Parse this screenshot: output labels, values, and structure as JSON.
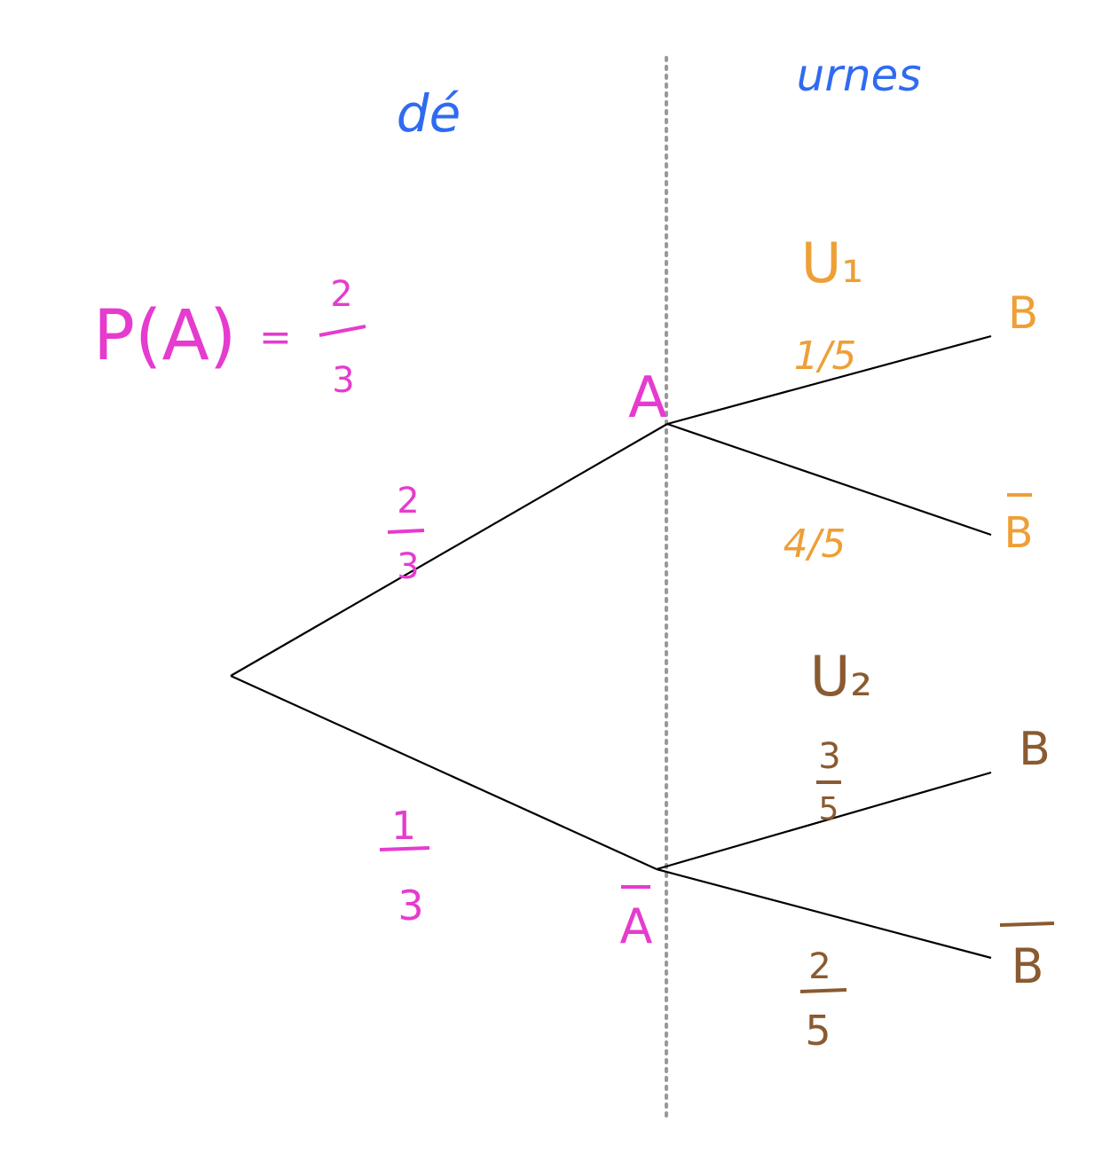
{
  "headers": {
    "left": "dé",
    "right": "urnes"
  },
  "probability_statement": {
    "lhs": "P(A)",
    "equals": "=",
    "num": "2",
    "den": "3"
  },
  "colors": {
    "blue": "#2f6bf0",
    "magenta": "#e63bcf",
    "orange": "#ee9f35",
    "brown": "#8a5a30",
    "divider": "#999999"
  },
  "tree": {
    "level1": {
      "A": {
        "label": "A",
        "num": "2",
        "den": "3"
      },
      "A_bar": {
        "label": "A",
        "num": "1",
        "den": "3"
      }
    },
    "urn1": {
      "label": "U₁",
      "B": {
        "label": "B",
        "prob": "1/5"
      },
      "B_bar": {
        "label": "B",
        "prob": "4/5"
      }
    },
    "urn2": {
      "label": "U₂",
      "B": {
        "label": "B",
        "num": "3",
        "den": "5"
      },
      "B_bar": {
        "label": "B",
        "num": "2",
        "den": "5"
      }
    }
  }
}
